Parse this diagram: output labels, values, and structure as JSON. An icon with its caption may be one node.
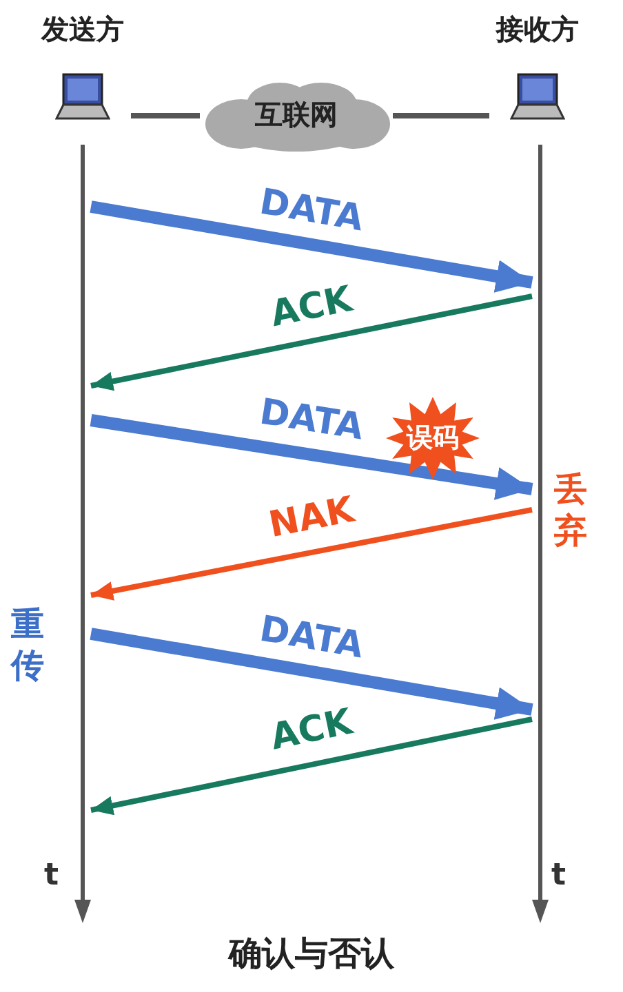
{
  "diagram": {
    "caption": "确认与否认",
    "nodes": [
      {
        "text": [
          "发送方"
        ]
      },
      {
        "text": [
          "接收方"
        ]
      },
      {
        "text": [
          "互联网"
        ]
      },
      {
        "text": [
          "t"
        ]
      },
      {
        "text": [
          "t"
        ]
      },
      {
        "text": [
          "误码"
        ]
      }
    ],
    "edges": [
      {
        "from": 0,
        "to": 2,
        "arrow": "none",
        "color": "#555555"
      },
      {
        "from": 2,
        "to": 1,
        "arrow": "none",
        "color": "#555555"
      },
      {
        "from": 3,
        "to": 4,
        "arrow": "to",
        "label": "DATA",
        "style": "thick",
        "color": "#4a7bd0"
      },
      {
        "from": 4,
        "to": 3,
        "arrow": "to",
        "label": "ACK",
        "color": "#177a5e"
      },
      {
        "from": 3,
        "to": 4,
        "arrow": "to",
        "label": "DATA",
        "style": "thick",
        "color": "#4a7bd0"
      },
      {
        "from": 4,
        "to": 3,
        "arrow": "to",
        "label": "NAK",
        "color": "#f0501e"
      },
      {
        "from": 3,
        "to": 4,
        "arrow": "to",
        "label": "DATA",
        "style": "thick",
        "color": "#4a7bd0"
      },
      {
        "from": 4,
        "to": 3,
        "arrow": "to",
        "label": "ACK",
        "color": "#177a5e"
      }
    ],
    "labels": [
      "丢弃",
      "重传"
    ]
  }
}
